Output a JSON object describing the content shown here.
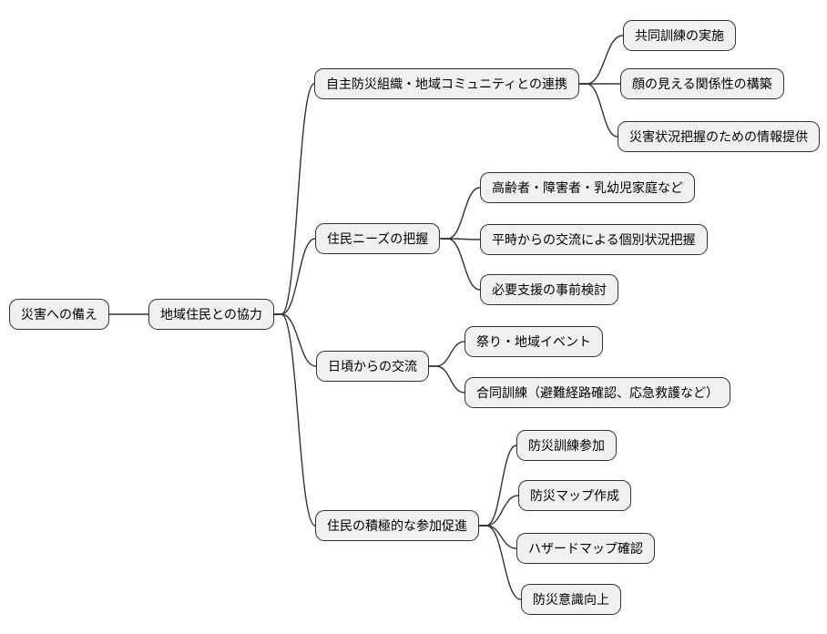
{
  "diagram": {
    "type": "mindmap",
    "root": {
      "label": "災害への備え"
    },
    "level1": {
      "label": "地域住民との協力"
    },
    "branches": [
      {
        "label": "自主防災組織・地域コミュニティとの連携",
        "children": [
          {
            "label": "共同訓練の実施"
          },
          {
            "label": "顔の見える関係性の構築"
          },
          {
            "label": "災害状況把握のための情報提供"
          }
        ]
      },
      {
        "label": "住民ニーズの把握",
        "children": [
          {
            "label": "高齢者・障害者・乳幼児家庭など"
          },
          {
            "label": "平時からの交流による個別状況把握"
          },
          {
            "label": "必要支援の事前検討"
          }
        ]
      },
      {
        "label": "日頃からの交流",
        "children": [
          {
            "label": "祭り・地域イベント"
          },
          {
            "label": "合同訓練（避難経路確認、応急救護など）"
          }
        ]
      },
      {
        "label": "住民の積極的な参加促進",
        "children": [
          {
            "label": "防災訓練参加"
          },
          {
            "label": "防災マップ作成"
          },
          {
            "label": "ハザードマップ確認"
          },
          {
            "label": "防災意識向上"
          }
        ]
      }
    ],
    "colors": {
      "background": "#ffffff",
      "node_fill": "#f0f0f0",
      "node_border": "#333333",
      "connector": "#333333"
    }
  }
}
